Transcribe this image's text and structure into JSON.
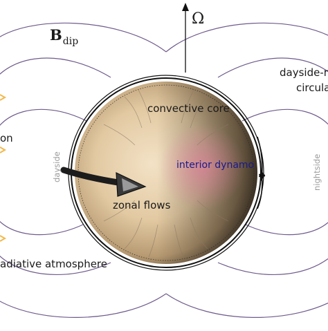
{
  "labels": {
    "omega": "Ω",
    "b_dip_main": "B",
    "b_dip_sub": "dip",
    "dayside_circulation_line1": "dayside-n",
    "dayside_circulation_line2": "circula",
    "convective_core": "convective core",
    "interior_dynamo": "interior dynamo",
    "zonal_flows": "zonal flows",
    "left_partial": "on",
    "radiative_atmosphere": "adiative atmosphere",
    "dayside": "dayside",
    "nightside": "nightside"
  },
  "colors": {
    "field_lines": "#6e5a8c",
    "star_arrows": "#f2b84a",
    "dynamo_glow": "#e87aa0",
    "dynamo_text": "#1a1a8c",
    "side_labels": "#9a9a9a"
  }
}
